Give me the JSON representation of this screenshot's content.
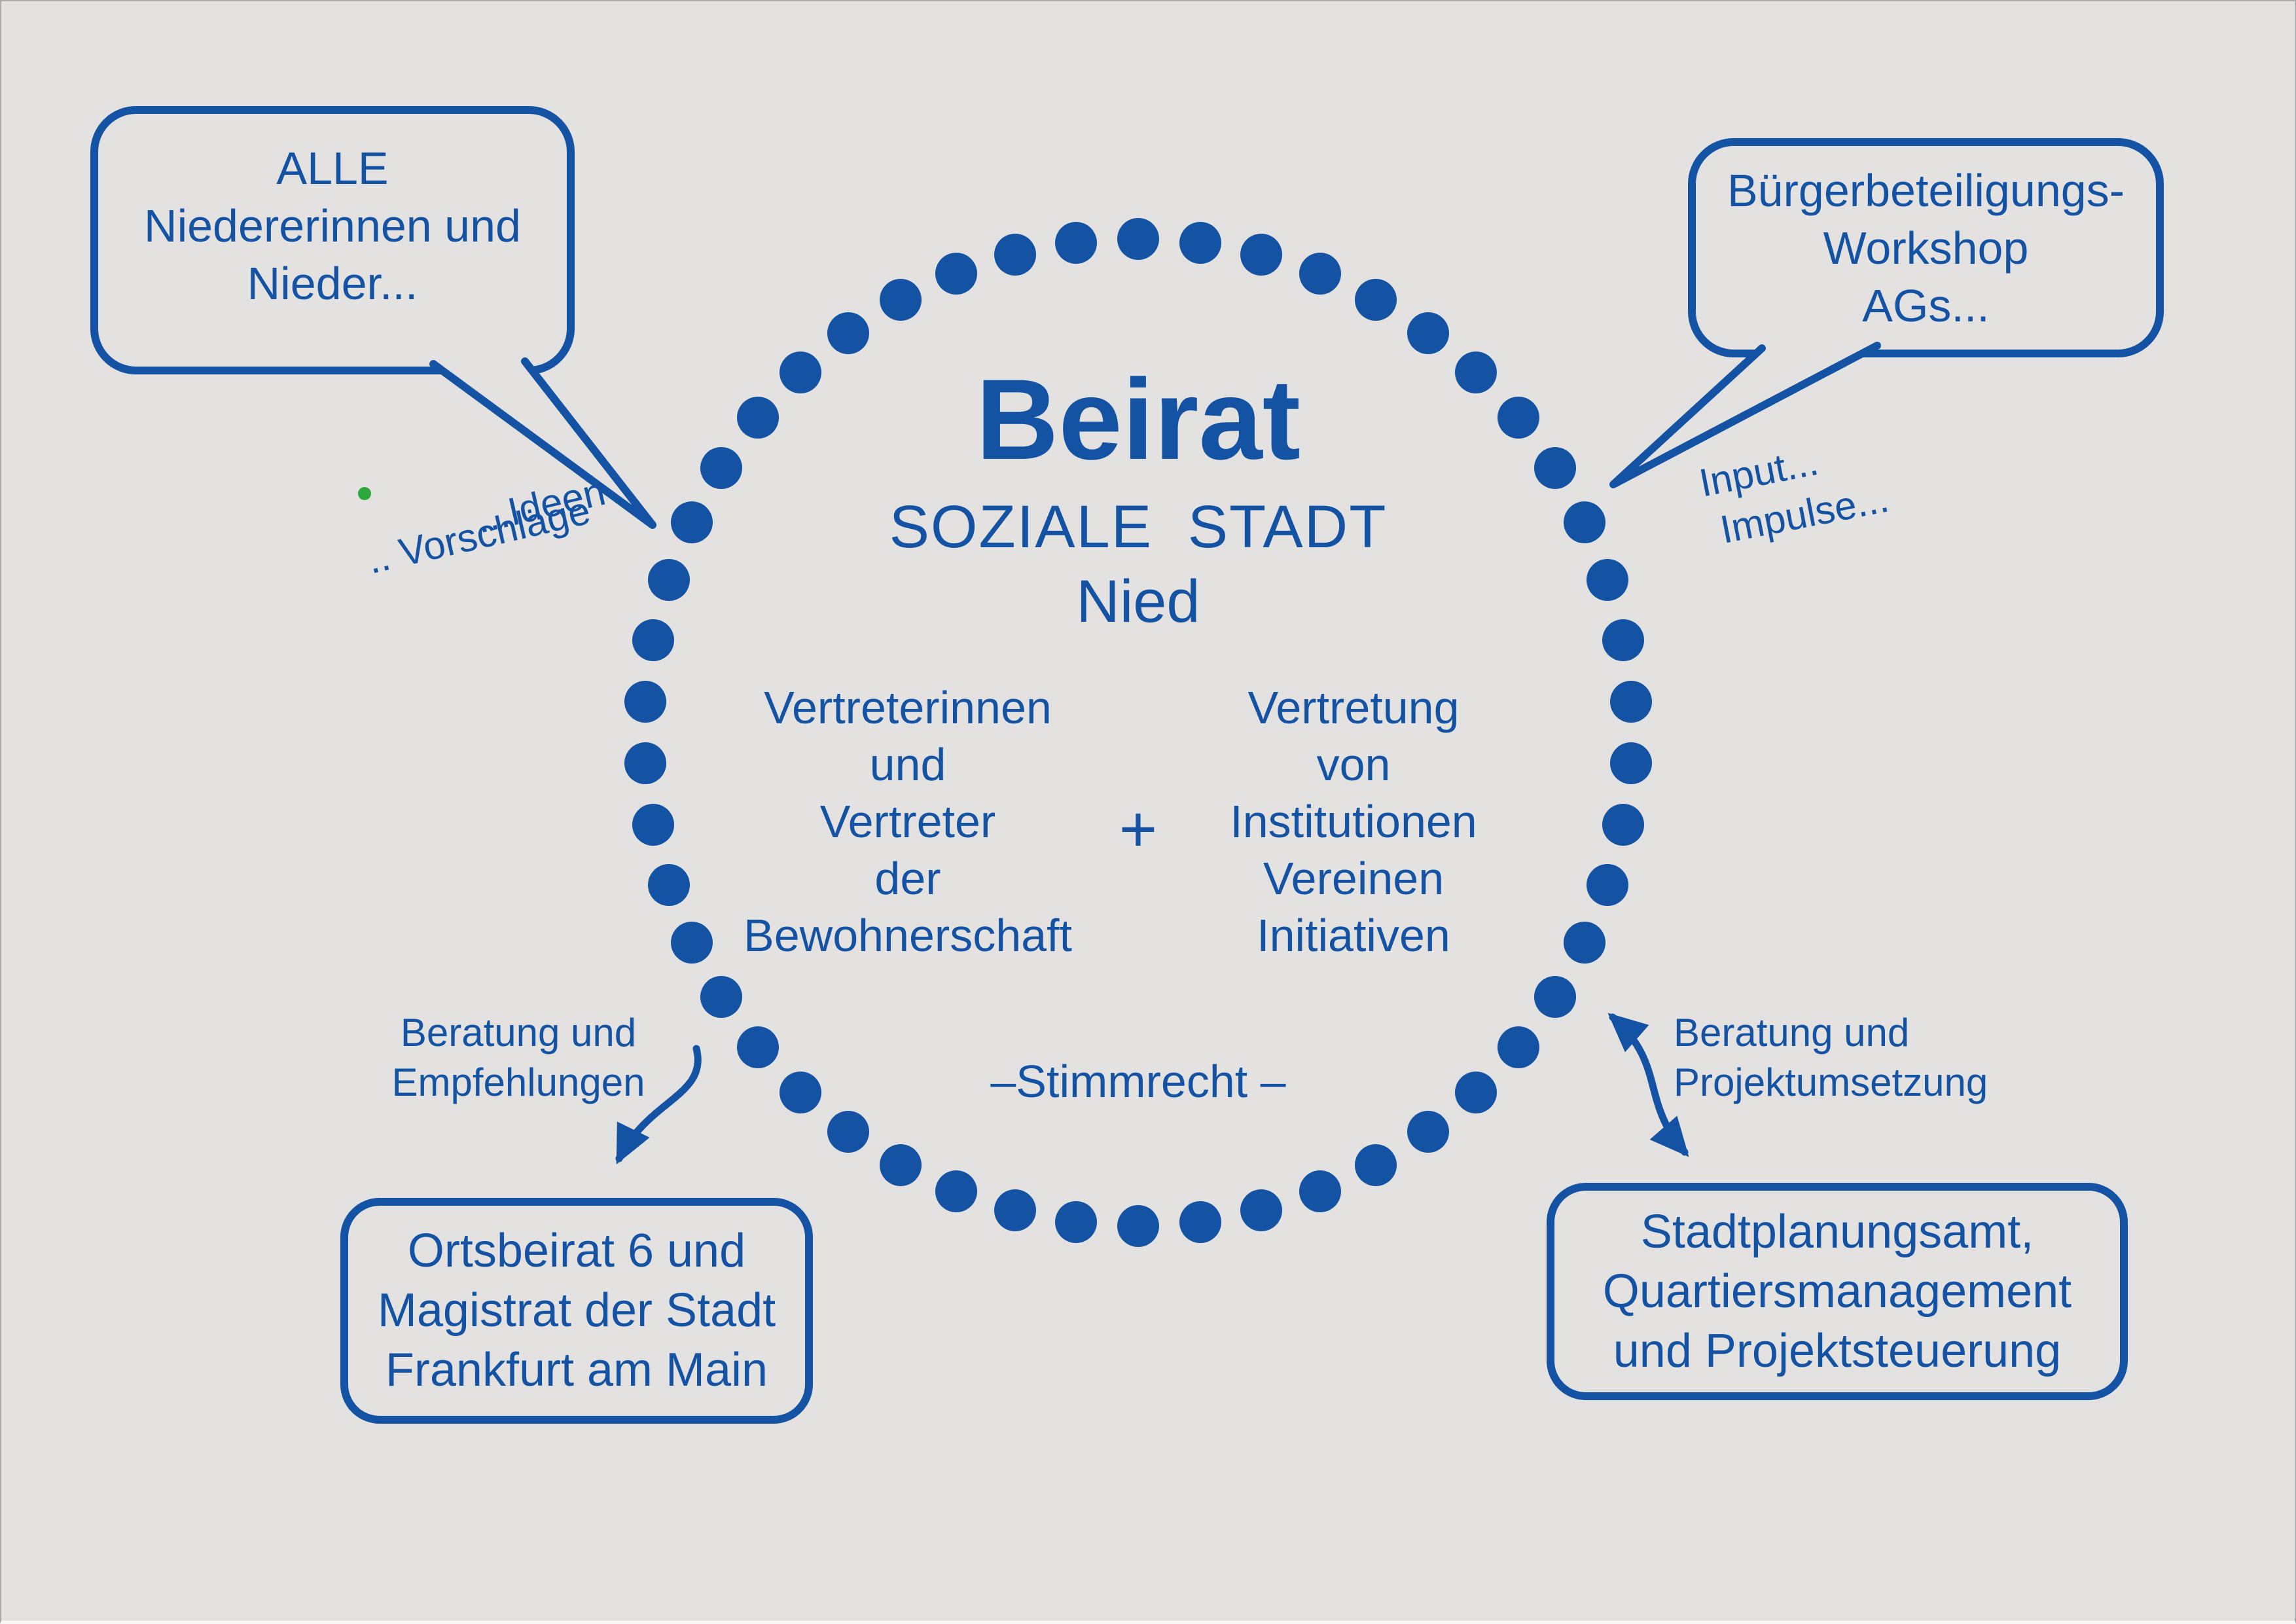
{
  "colors": {
    "blue": "#1452A4",
    "background": "#E3E2E1",
    "green": "#2EA83C"
  },
  "circle": {
    "title": "Beirat",
    "subtitle": "SOZIALE STADT",
    "location": "Nied",
    "left_group": {
      "lines": [
        "Vertreterinnen",
        "und",
        "Vertreter",
        "der",
        "Bewohnerschaft"
      ]
    },
    "plus": "+",
    "right_group": {
      "lines": [
        "Vertretung",
        "von",
        "Institutionen",
        "Vereinen",
        "Initiativen"
      ]
    },
    "voting_note": "–Stimmrecht –"
  },
  "bubbles": {
    "top_left": {
      "lines": [
        "ALLE",
        "Niedererinnen und",
        "Nieder..."
      ]
    },
    "top_right": {
      "lines": [
        "Bürgerbeteiligungs-",
        "Workshop",
        "AGs..."
      ]
    },
    "bottom_left": {
      "lines": [
        "Ortsbeirat 6 und",
        "Magistrat der Stadt",
        "Frankfurt am Main"
      ]
    },
    "bottom_right": {
      "lines": [
        "Stadtplanungsamt,",
        "Quartiersmanagement",
        "und Projektsteuerung"
      ]
    }
  },
  "annotations": {
    "ideen": "...Ideen",
    "vorschlaege": ".. Vorschläge",
    "input": "Input...",
    "impulse": "Impulse...",
    "advice_left": {
      "lines": [
        "Beratung und",
        "Empfehlungen"
      ]
    },
    "advice_right": {
      "lines": [
        "Beratung und",
        "Projektumsetzung"
      ]
    }
  }
}
